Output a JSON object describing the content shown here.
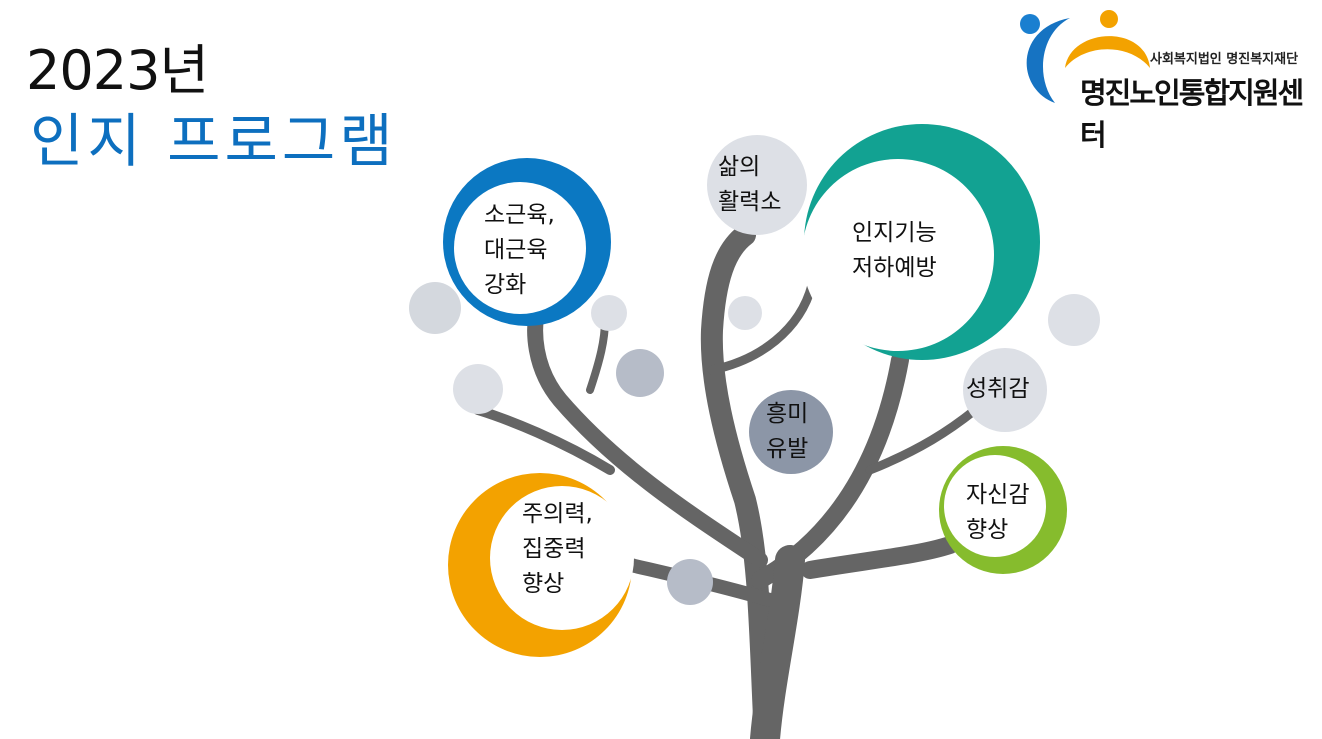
{
  "title": {
    "year": "2023년",
    "program": "인지 프로그램"
  },
  "logo": {
    "subtitle": "사회복지법인 명진복지재단",
    "name": "명진노인통합지원센터"
  },
  "tree_items": [
    {
      "label": "소근육,\n대근육\n강화",
      "color": "#0b78c2"
    },
    {
      "label": "삶의\n활력소",
      "color": "#dde0e6"
    },
    {
      "label": "인지기능\n저하예방",
      "color": "#12a292"
    },
    {
      "label": "성취감",
      "color": "#dde0e6"
    },
    {
      "label": "흥미\n유발",
      "color": "#8c96a7"
    },
    {
      "label": "주의력,\n집중력\n향상",
      "color": "#f3a200"
    },
    {
      "label": "자신감\n향상",
      "color": "#86bc2d"
    }
  ],
  "colors": {
    "trunk": "#656565",
    "title_blue": "#0d6fbf"
  }
}
